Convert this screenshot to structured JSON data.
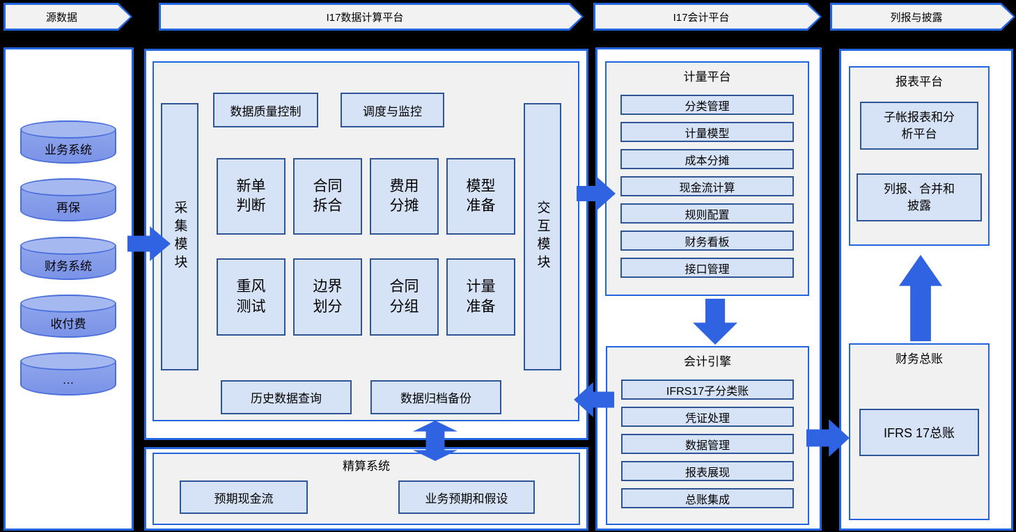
{
  "banners": [
    {
      "label": "源数据"
    },
    {
      "label": "I17数据计算平台"
    },
    {
      "label": "I17会计平台"
    },
    {
      "label": "列报与披露"
    }
  ],
  "source_panel": {
    "cylinders": [
      "业务系统",
      "再保",
      "财务系统",
      "收付费",
      "…"
    ]
  },
  "compute_platform": {
    "collect_bar": "采集模块",
    "interact_bar": "交互模块",
    "top_boxes": [
      "数据质量控制",
      "调度与监控"
    ],
    "grid_row1": [
      "新单判断",
      "合同拆合",
      "费用分摊",
      "模型准备"
    ],
    "grid_row2": [
      "重风测试",
      "边界划分",
      "合同分组",
      "计量准备"
    ],
    "bottom_boxes": [
      "历史数据查询",
      "数据归档备份"
    ]
  },
  "actuarial_system": {
    "title": "精算系统",
    "boxes": [
      "预期现金流",
      "业务预期和假设"
    ]
  },
  "measurement_platform": {
    "title": "计量平台",
    "items": [
      "分类管理",
      "计量模型",
      "成本分摊",
      "现金流计算",
      "规则配置",
      "财务看板",
      "接口管理"
    ]
  },
  "accounting_engine": {
    "title": "会计引擎",
    "items": [
      "IFRS17子分类账",
      "凭证处理",
      "数据管理",
      "报表展现",
      "总账集成"
    ]
  },
  "report_platform": {
    "title": "报表平台",
    "boxes": [
      "子帐报表和分析平台",
      "列报、合并和披露"
    ]
  },
  "general_ledger": {
    "title": "财务总账",
    "box": "IFRS 17总账"
  },
  "colors": {
    "background": "#000000",
    "panel_border": "#2365DF",
    "item_fill": "#D6E2F5",
    "item_border": "#2F5597",
    "gray_fill": "#F1F1F1",
    "arrow": "#2F63E2",
    "cylinder_fill": "#7B93E7"
  }
}
